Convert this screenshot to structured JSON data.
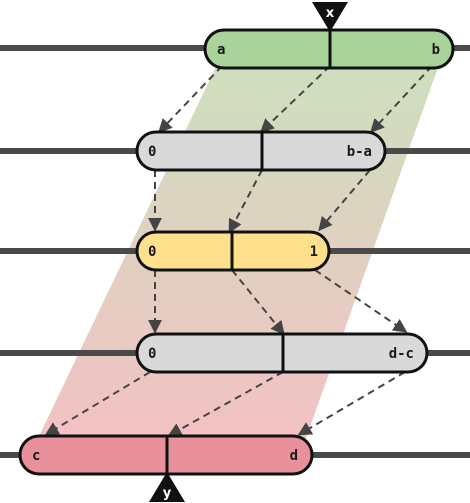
{
  "diagram": {
    "input_marker": "x",
    "output_marker": "y",
    "bars": [
      {
        "left_label": "a",
        "right_label": "b",
        "color": "#a9d39a"
      },
      {
        "left_label": "0",
        "right_label": "b-a",
        "color": "#d9d9d9"
      },
      {
        "left_label": "0",
        "right_label": "1",
        "color": "#ffe08c"
      },
      {
        "left_label": "0",
        "right_label": "d-c",
        "color": "#d9d9d9"
      },
      {
        "left_label": "c",
        "right_label": "d",
        "color": "#e8919a"
      }
    ],
    "colors": {
      "track": "#4a4a4a",
      "outline": "#111111",
      "arrow": "#444444",
      "band_top": "#bcd6a8",
      "band_bottom": "#f2b0b5"
    }
  }
}
